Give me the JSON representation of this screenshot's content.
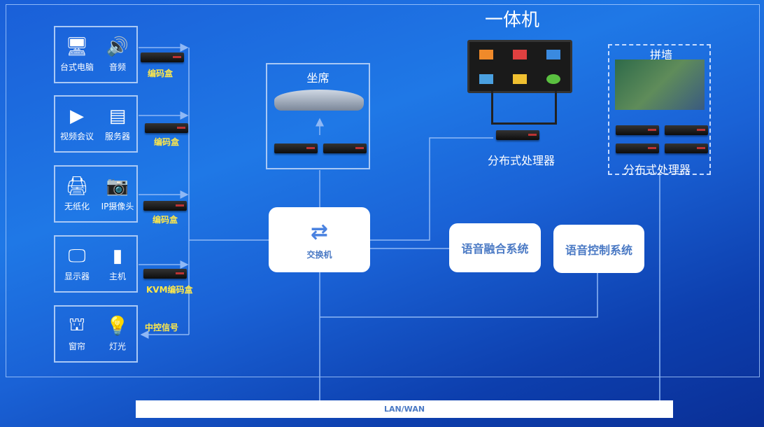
{
  "title": "一体机",
  "devices": [
    {
      "a": "台式电脑",
      "b": "音频",
      "box": "编码盒",
      "ia": "desktop-icon",
      "ib": "speaker-icon"
    },
    {
      "a": "视频会议",
      "b": "服务器",
      "box": "编码盒",
      "ia": "video-conference-icon",
      "ib": "server-icon"
    },
    {
      "a": "无纸化",
      "b": "IP摄像头",
      "box": "编码盒",
      "ia": "paperless-icon",
      "ib": "ip-camera-icon"
    },
    {
      "a": "显示器",
      "b": "主机",
      "box": "KVM编码盒",
      "ia": "monitor-icon",
      "ib": "host-icon"
    },
    {
      "a": "窗帘",
      "b": "灯光",
      "box": "中控信号",
      "ia": "curtain-icon",
      "ib": "light-bulb-icon"
    }
  ],
  "seat": "坐席",
  "switch": "交换机",
  "processor": "分布式处理器",
  "wall": "拼墙",
  "wall_processor": "分布式处理器",
  "voice_fusion": "语音融合系统",
  "voice_control": "语音控制系统",
  "network": "LAN/WAN"
}
